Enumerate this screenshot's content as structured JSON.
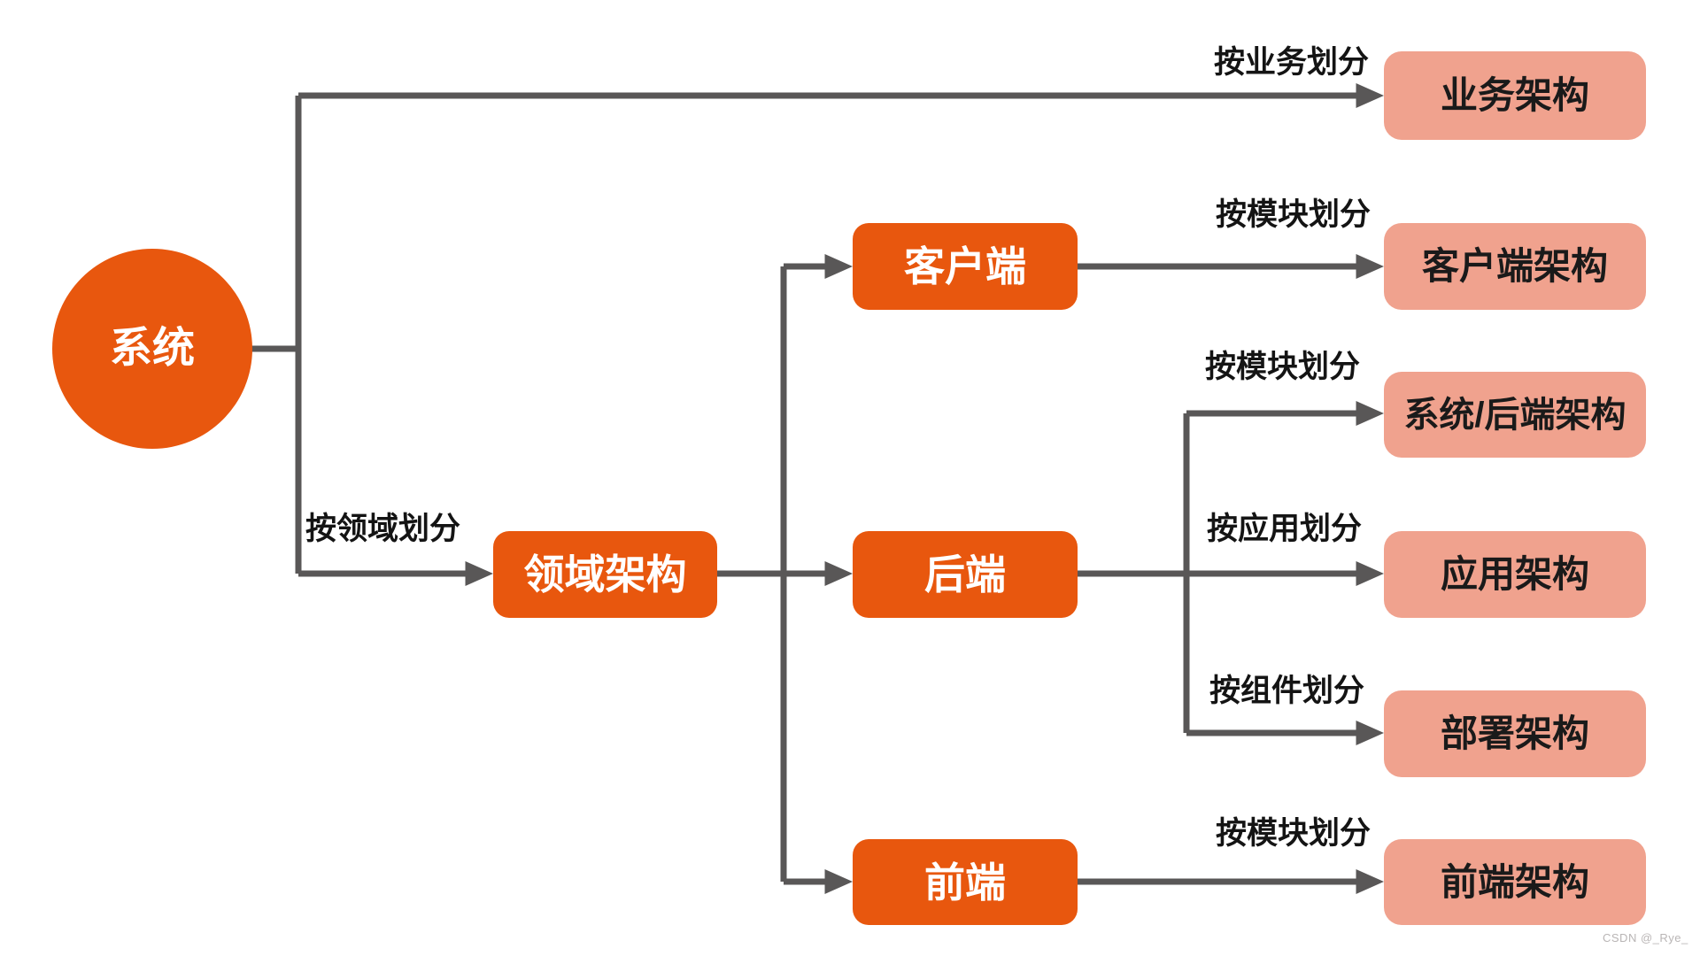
{
  "diagram": {
    "title_hint": "system architecture partition tree",
    "colors": {
      "primary": "#E8570E",
      "secondary": "#F0A28E",
      "connector": "#595757"
    },
    "nodes": {
      "system": {
        "label": "系统",
        "shape": "circle",
        "style": "primary"
      },
      "domain_arch": {
        "label": "领域架构",
        "shape": "rounded-rect",
        "style": "primary"
      },
      "client": {
        "label": "客户端",
        "shape": "rounded-rect",
        "style": "primary"
      },
      "backend": {
        "label": "后端",
        "shape": "rounded-rect",
        "style": "primary"
      },
      "frontend": {
        "label": "前端",
        "shape": "rounded-rect",
        "style": "primary"
      },
      "business_arch": {
        "label": "业务架构",
        "shape": "rounded-rect",
        "style": "secondary"
      },
      "client_arch": {
        "label": "客户端架构",
        "shape": "rounded-rect",
        "style": "secondary"
      },
      "system_backend_arch": {
        "label": "系统/后端架构",
        "shape": "rounded-rect",
        "style": "secondary"
      },
      "app_arch": {
        "label": "应用架构",
        "shape": "rounded-rect",
        "style": "secondary"
      },
      "deploy_arch": {
        "label": "部署架构",
        "shape": "rounded-rect",
        "style": "secondary"
      },
      "frontend_arch": {
        "label": "前端架构",
        "shape": "rounded-rect",
        "style": "secondary"
      }
    },
    "edges": [
      {
        "from": "system",
        "to": "business_arch",
        "label": "按业务划分"
      },
      {
        "from": "system",
        "to": "domain_arch",
        "label": "按领域划分"
      },
      {
        "from": "domain_arch",
        "to": "client",
        "label": ""
      },
      {
        "from": "domain_arch",
        "to": "backend",
        "label": ""
      },
      {
        "from": "domain_arch",
        "to": "frontend",
        "label": ""
      },
      {
        "from": "client",
        "to": "client_arch",
        "label": "按模块划分"
      },
      {
        "from": "backend",
        "to": "system_backend_arch",
        "label": "按模块划分"
      },
      {
        "from": "backend",
        "to": "app_arch",
        "label": "按应用划分"
      },
      {
        "from": "backend",
        "to": "deploy_arch",
        "label": "按组件划分"
      },
      {
        "from": "frontend",
        "to": "frontend_arch",
        "label": "按模块划分"
      }
    ]
  },
  "watermark": "CSDN @_Rye_"
}
